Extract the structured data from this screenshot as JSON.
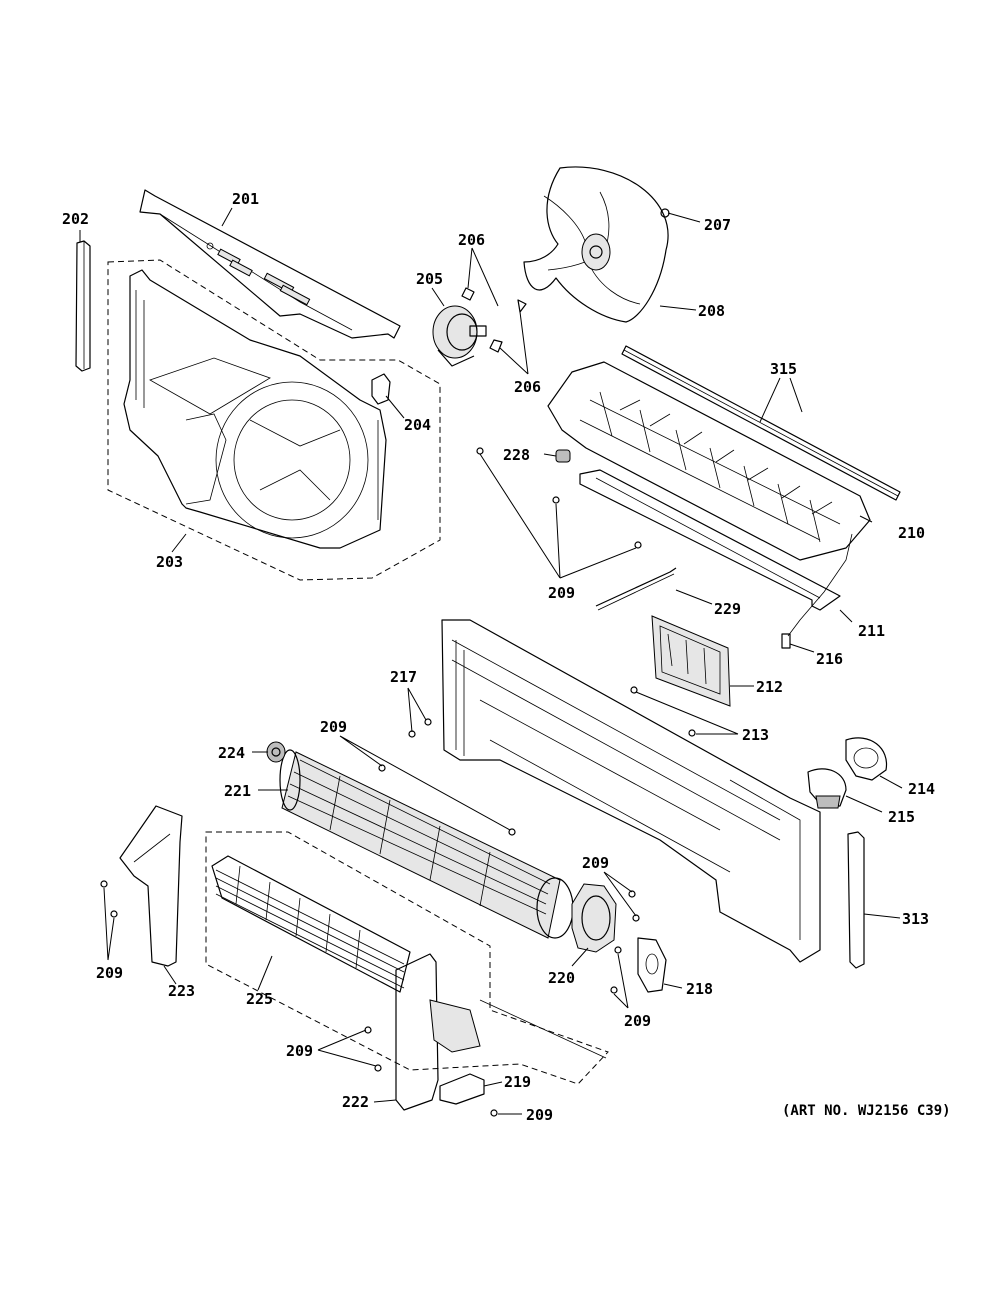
{
  "art_number": "(ART NO. WJ2156 C39)",
  "callouts": [
    {
      "id": "c201",
      "text": "201"
    },
    {
      "id": "c202",
      "text": "202"
    },
    {
      "id": "c203",
      "text": "203"
    },
    {
      "id": "c204",
      "text": "204"
    },
    {
      "id": "c205",
      "text": "205"
    },
    {
      "id": "c206a",
      "text": "206"
    },
    {
      "id": "c206b",
      "text": "206"
    },
    {
      "id": "c207",
      "text": "207"
    },
    {
      "id": "c208",
      "text": "208"
    },
    {
      "id": "c315",
      "text": "315"
    },
    {
      "id": "c228",
      "text": "228"
    },
    {
      "id": "c210",
      "text": "210"
    },
    {
      "id": "c209a",
      "text": "209"
    },
    {
      "id": "c229",
      "text": "229"
    },
    {
      "id": "c211",
      "text": "211"
    },
    {
      "id": "c216",
      "text": "216"
    },
    {
      "id": "c212",
      "text": "212"
    },
    {
      "id": "c217",
      "text": "217"
    },
    {
      "id": "c209b",
      "text": "209"
    },
    {
      "id": "c213",
      "text": "213"
    },
    {
      "id": "c224",
      "text": "224"
    },
    {
      "id": "c221",
      "text": "221"
    },
    {
      "id": "c214",
      "text": "214"
    },
    {
      "id": "c215",
      "text": "215"
    },
    {
      "id": "c209c",
      "text": "209"
    },
    {
      "id": "c313",
      "text": "313"
    },
    {
      "id": "c209d",
      "text": "209"
    },
    {
      "id": "c223",
      "text": "223"
    },
    {
      "id": "c225",
      "text": "225"
    },
    {
      "id": "c220",
      "text": "220"
    },
    {
      "id": "c218",
      "text": "218"
    },
    {
      "id": "c209e",
      "text": "209"
    },
    {
      "id": "c209f",
      "text": "209"
    },
    {
      "id": "c219",
      "text": "219"
    },
    {
      "id": "c222",
      "text": "222"
    },
    {
      "id": "c209g",
      "text": "209"
    }
  ]
}
